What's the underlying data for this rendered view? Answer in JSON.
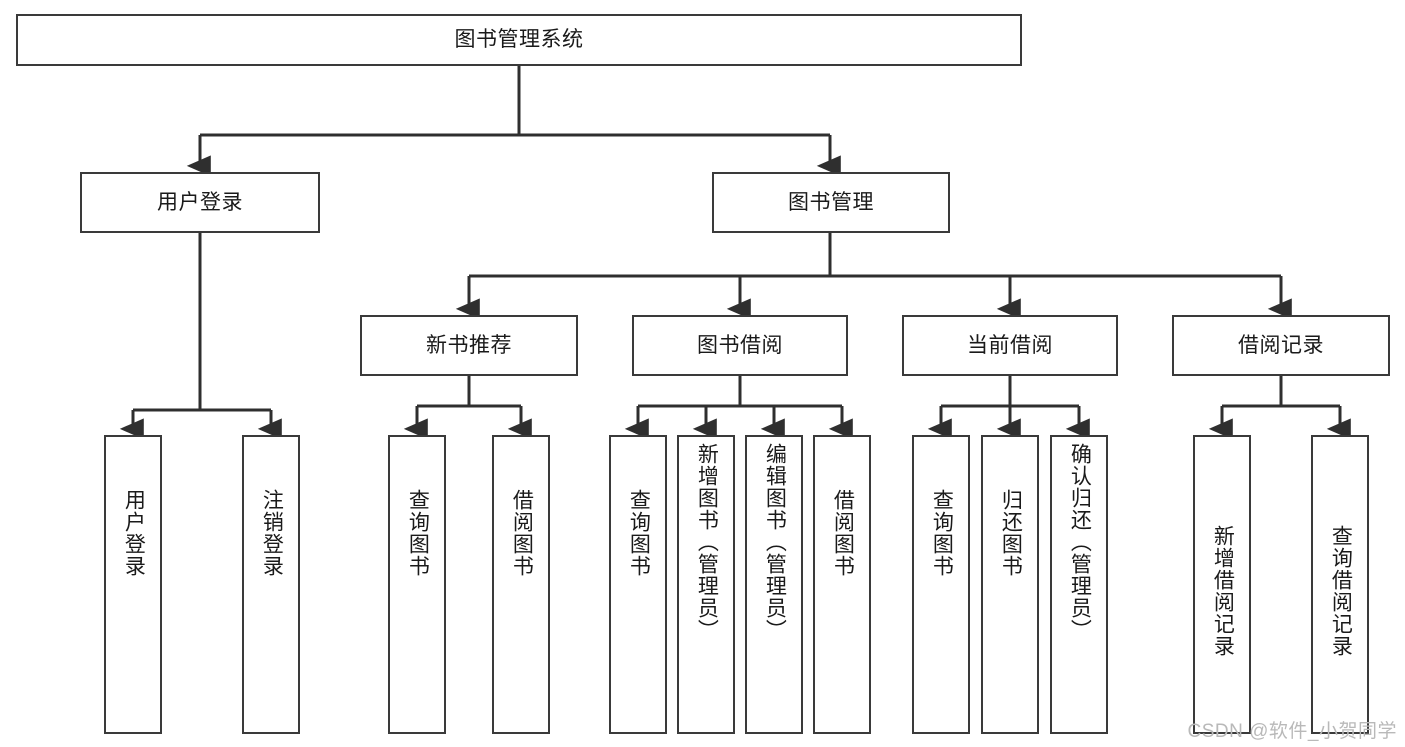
{
  "diagram": {
    "title_node": {
      "label": "图书管理系统"
    },
    "level2": [
      {
        "label": "用户登录"
      },
      {
        "label": "图书管理"
      }
    ],
    "level3": [
      {
        "label": "新书推荐"
      },
      {
        "label": "图书借阅"
      },
      {
        "label": "当前借阅"
      },
      {
        "label": "借阅记录"
      }
    ],
    "leaves": [
      {
        "label": "用户登录"
      },
      {
        "label": "注销登录"
      },
      {
        "label": "查询图书"
      },
      {
        "label": "借阅图书"
      },
      {
        "label": "查询图书"
      },
      {
        "label": "新增图书（管理员）"
      },
      {
        "label": "编辑图书（管理员）"
      },
      {
        "label": "借阅图书"
      },
      {
        "label": "查询图书"
      },
      {
        "label": "归还图书"
      },
      {
        "label": "确认归还（管理员）"
      },
      {
        "label": "新增借阅记录"
      },
      {
        "label": "查询借阅记录"
      }
    ],
    "watermark": "CSDN @软件_小贺同学",
    "colors": {
      "stroke": "#3a3a3a",
      "background": "#ffffff",
      "text": "#1a1a1a",
      "watermark": "#b9b9b9"
    }
  }
}
